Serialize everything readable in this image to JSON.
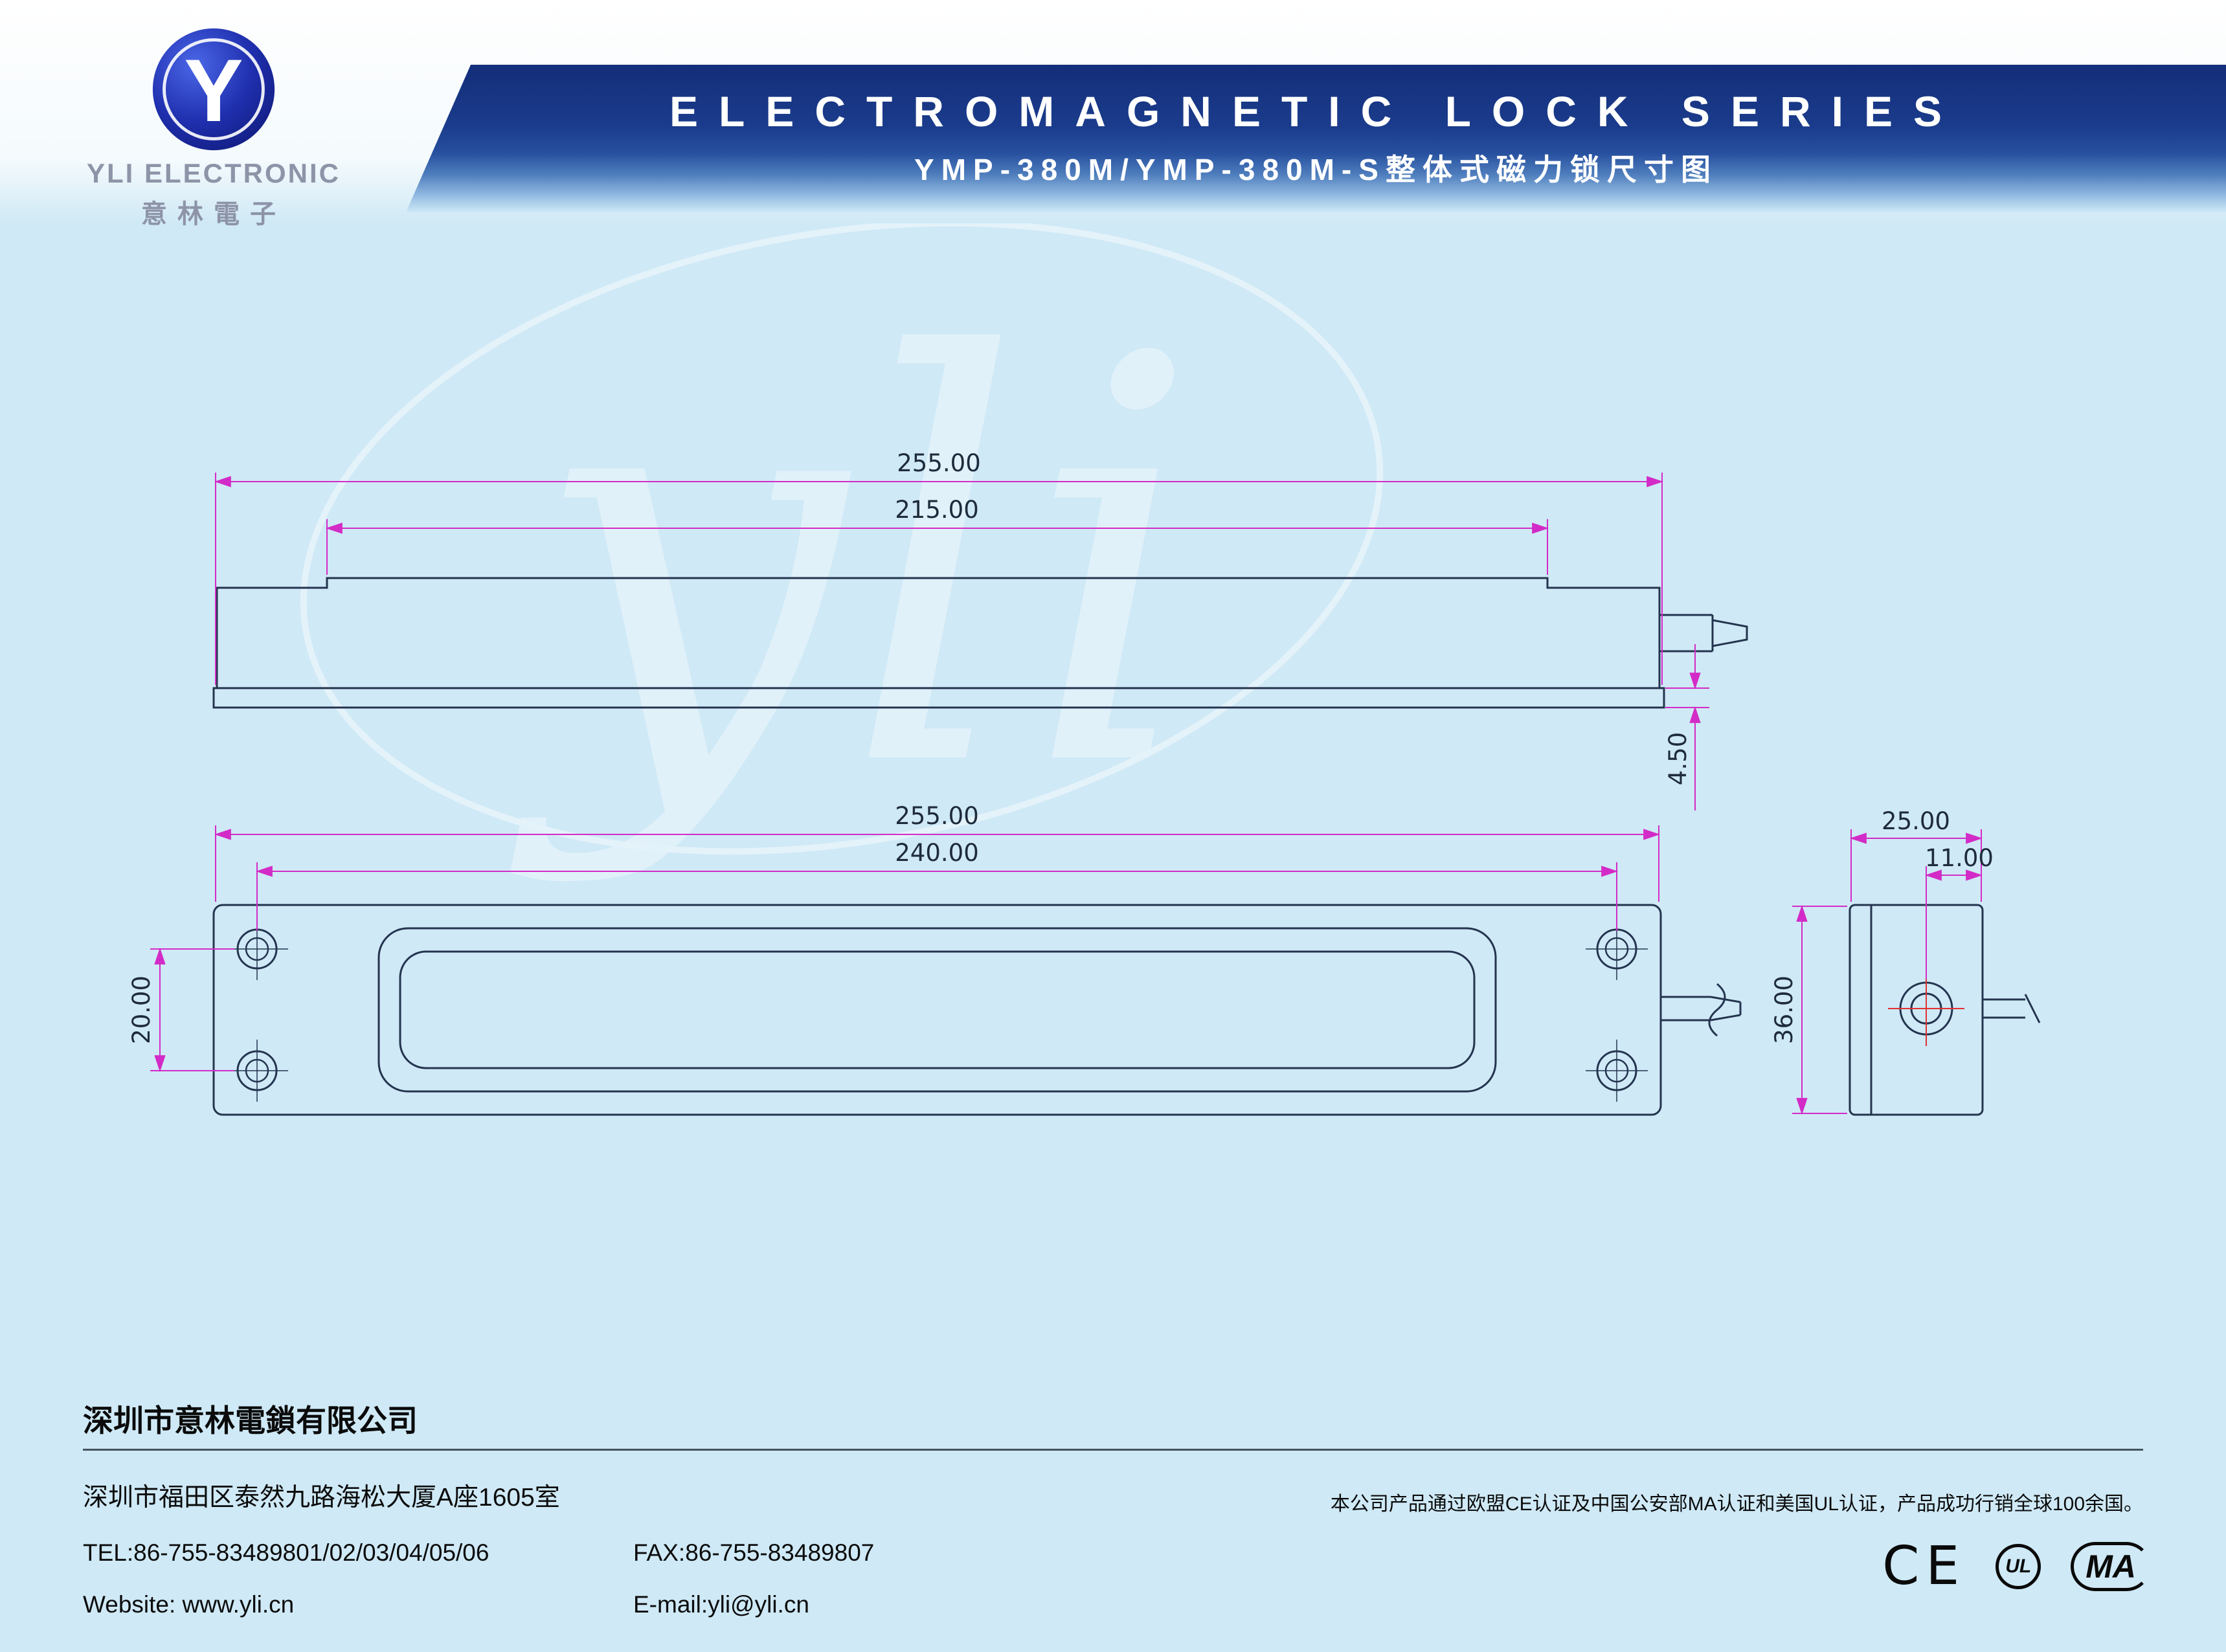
{
  "header": {
    "logo": {
      "monogram": "Y",
      "brand": "YLI ELECTRONIC",
      "brand_cn": "意林電子"
    },
    "banner": {
      "title": "ELECTROMAGNETIC LOCK SERIES",
      "subtitle": "YMP-380M/YMP-380M-S整体式磁力锁尺寸图"
    }
  },
  "drawing": {
    "watermark": "yli",
    "dimensions": {
      "top_overall": "255.00",
      "top_body": "215.00",
      "plate_thickness": "4.50",
      "front_overall": "255.00",
      "hole_span": "240.00",
      "hole_gap": "20.00",
      "end_width": "25.00",
      "cable_offset": "11.00",
      "end_height": "36.00"
    }
  },
  "footer": {
    "company": "深圳市意林電鎖有限公司",
    "address": "深圳市福田区泰然九路海松大厦A座1605室",
    "cert_note": "本公司产品通过欧盟CE认证及中国公安部MA认证和美国UL认证，产品成功行销全球100余国。",
    "tel": "TEL:86-755-83489801/02/03/04/05/06",
    "fax": "FAX:86-755-83489807",
    "website": "Website: www.yli.cn",
    "email": "E-mail:yli@yli.cn",
    "marks": {
      "ce": "CE",
      "ul": "UL",
      "ma": "MA"
    }
  },
  "colors": {
    "background": "#cfe9f6",
    "banner_blue": "#132e7a",
    "dimension_line": "#d32bc7",
    "outline": "#24344f",
    "centerline_red": "#e03131"
  }
}
